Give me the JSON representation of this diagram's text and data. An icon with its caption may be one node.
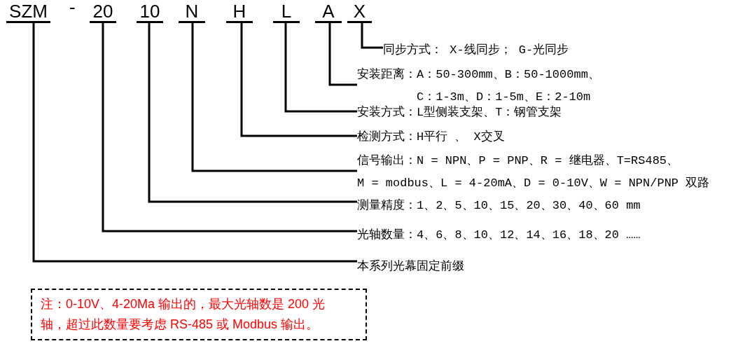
{
  "diagram": {
    "nodes": [
      {
        "text": [
          "SZM"
        ]
      },
      {
        "text": [
          "20"
        ]
      },
      {
        "text": [
          "10"
        ]
      },
      {
        "text": [
          "N"
        ]
      },
      {
        "text": [
          "H"
        ]
      },
      {
        "text": [
          "L"
        ]
      },
      {
        "text": [
          "A"
        ]
      },
      {
        "text": [
          "X"
        ]
      },
      {
        "text": [
          "同步方式： X-线同步； G-光同步"
        ]
      },
      {
        "text": [
          "安装距离：A：50-300mm、B：50-1000mm、C：1-3m、D：1-5m、E：2-10m"
        ]
      },
      {
        "text": [
          "安装方式：L型侧装支架、T：钢管支架"
        ]
      },
      {
        "text": [
          "检测方式：H平行 、 X交叉"
        ]
      },
      {
        "text": [
          "信号输出：N = NPN、P = PNP、R = 继电器、T=RS485、",
          "M = modbus、L = 4-20mA、D = 0-10V、W = NPN/PNP 双路"
        ]
      },
      {
        "text": [
          "测量精度：1、2、5、10、15、20、30、40、60 mm"
        ]
      },
      {
        "text": [
          "光轴数量：4、6、8、10、12、14、16、18、20 ……"
        ]
      },
      {
        "text": [
          "本系列光幕固定前缀"
        ]
      },
      {
        "text": [
          "注：0-10V、4-20Ma 输出的，最大光轴数是 200 光轴，超过此数量要考虑 RS-485 或 Modbus 输出。"
        ]
      }
    ],
    "edges": [
      {
        "from": 7,
        "to": 8,
        "arrow": "none"
      },
      {
        "from": 6,
        "to": 9,
        "arrow": "none"
      },
      {
        "from": 5,
        "to": 10,
        "arrow": "none"
      },
      {
        "from": 4,
        "to": 11,
        "arrow": "none"
      },
      {
        "from": 3,
        "to": 12,
        "arrow": "none"
      },
      {
        "from": 2,
        "to": 13,
        "arrow": "none"
      },
      {
        "from": 1,
        "to": 14,
        "arrow": "none"
      },
      {
        "from": 0,
        "to": 15,
        "arrow": "none"
      }
    ],
    "labels": [
      "-"
    ]
  }
}
